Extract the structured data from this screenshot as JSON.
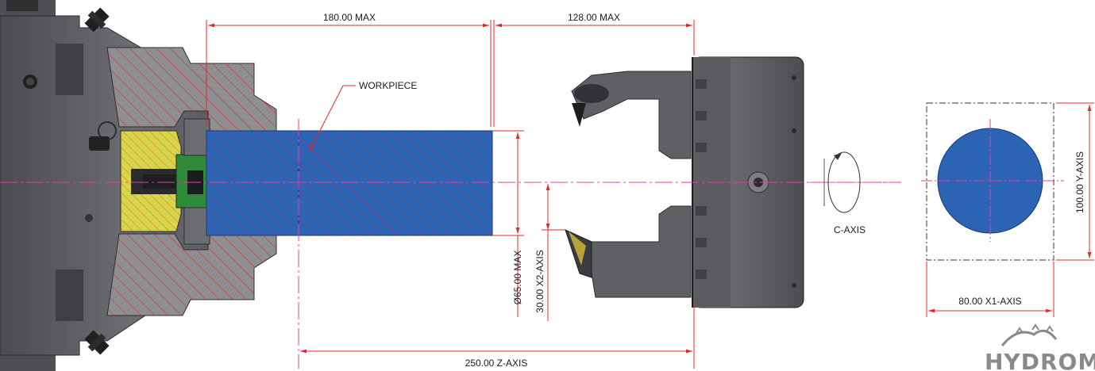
{
  "dimensions": {
    "workpiece_length": "180.00 MAX",
    "tool_offset": "128.00 MAX",
    "workpiece_diameter": "Ø65.00 MAX",
    "x2_axis": "30.00 X2-AXIS",
    "z_axis": "250.00 Z-AXIS",
    "x1_axis": "80.00 X1-AXIS",
    "y_axis": "100.00  Y-AXIS"
  },
  "labels": {
    "workpiece": "WORKPIECE",
    "c_axis": "C-AXIS"
  },
  "logo": {
    "text": "HYDROM"
  },
  "colors": {
    "dimension_line": "#e8262a",
    "center_line": "#e040a0",
    "workpiece": "#2b63b5",
    "workpiece_stock": "#1e5aa8",
    "machine_body": "#5b5d60",
    "machine_dark": "#3a3c3f",
    "section_hatch": "#e8262a",
    "section_fill": "#8a8c8f",
    "collet": "#d7d64a",
    "green_part": "#2f8a3a"
  }
}
